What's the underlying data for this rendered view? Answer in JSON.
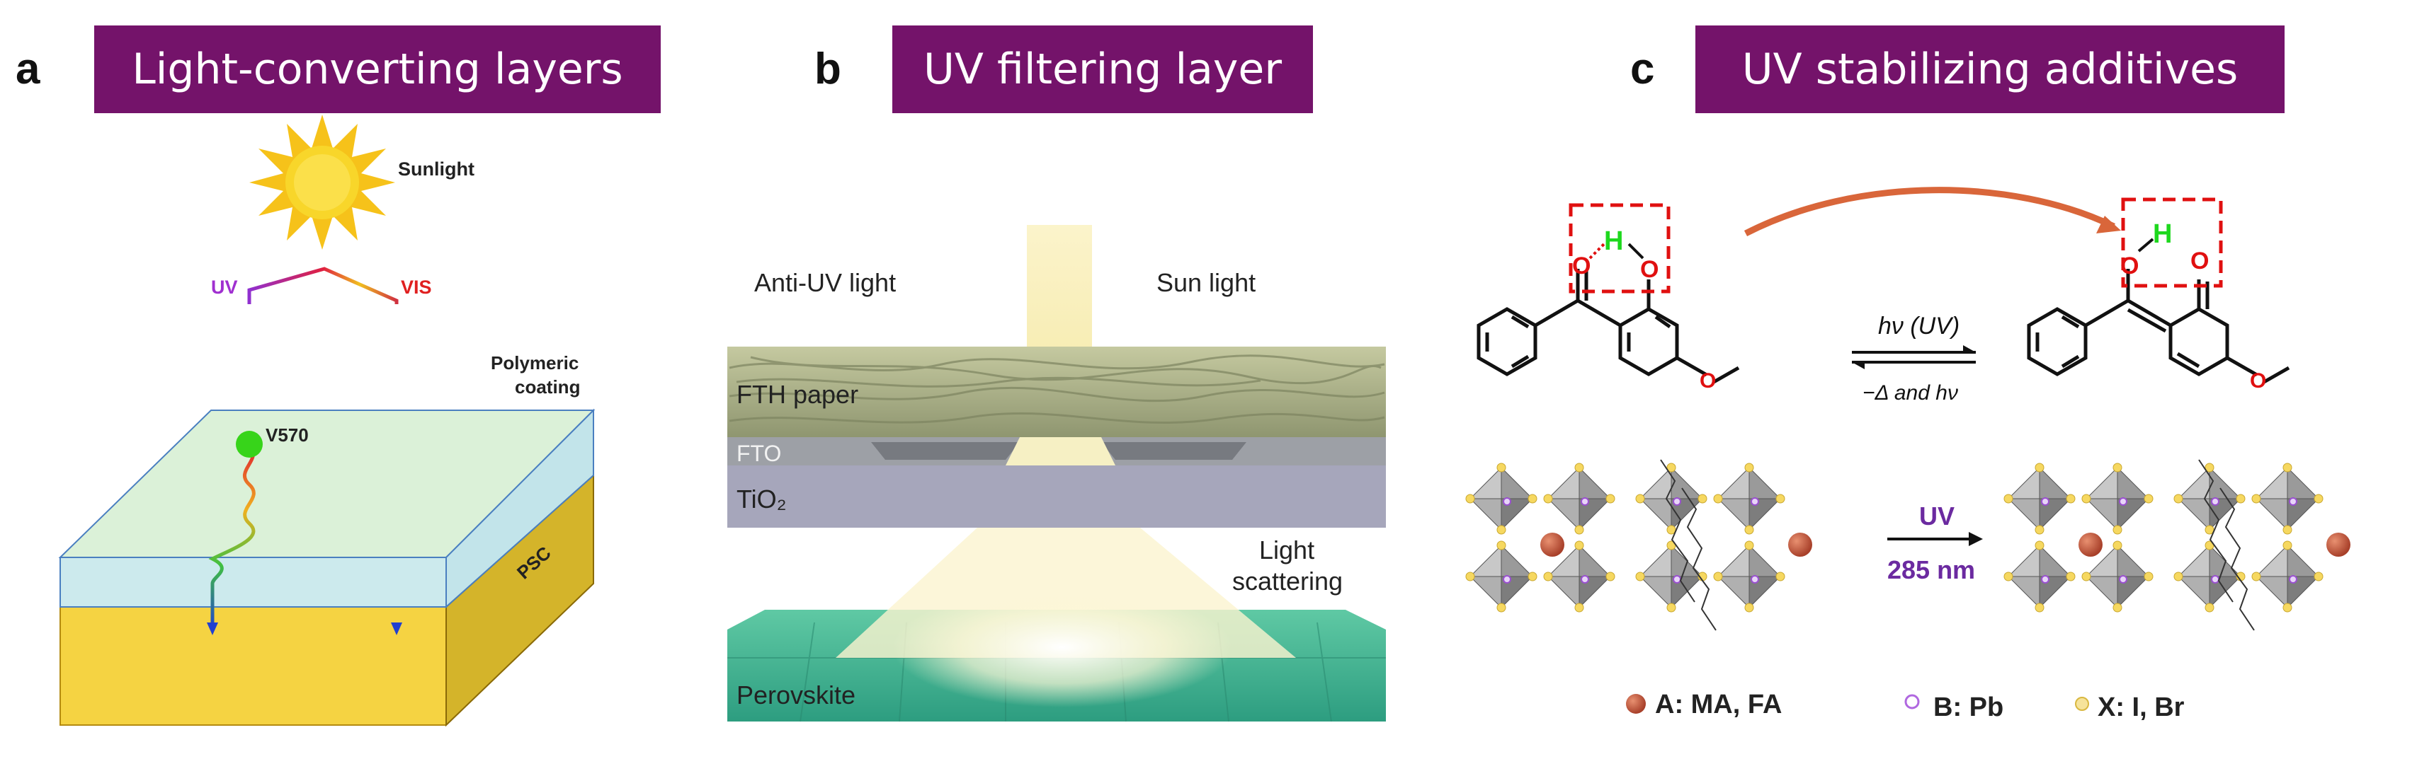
{
  "panel_a": {
    "letter": "a",
    "title": "Light-converting layers",
    "sunlight": "Sunlight",
    "uv": "UV",
    "vis": "VIS",
    "v570": "V570",
    "coating_line1": "Polymeric",
    "coating_line2": "coating",
    "psc": "PSC",
    "colors": {
      "banner": "#74136a",
      "coating": "#cfe9d8",
      "psc_front": "#f5d342",
      "psc_side": "#d4b42a",
      "dye": "#37d41a"
    }
  },
  "panel_b": {
    "letter": "b",
    "title": "UV filtering layer",
    "anti_uv": "Anti-UV light",
    "sun_light": "Sun light",
    "fth": "FTH paper",
    "fto": "FTO",
    "tio2": "TiO₂",
    "scatter_line1": "Light",
    "scatter_line2": "scattering",
    "perovskite": "Perovskite"
  },
  "panel_c": {
    "letter": "c",
    "title": "UV stabilizing additives",
    "arrow_top": "hν (UV)",
    "arrow_bottom": "−Δ and hν",
    "uv": "UV",
    "wavelength": "285 nm",
    "atom_h": "H",
    "atom_o": "O",
    "pb_label": "Pb",
    "legend": {
      "a": "A: MA, FA",
      "b": "B: Pb",
      "x": "X: I, Br"
    },
    "colors": {
      "highlight": "#e01010",
      "hydrogen": "#1ed81e",
      "oxygen": "#e01010",
      "uv_text": "#6b2aa0"
    }
  }
}
